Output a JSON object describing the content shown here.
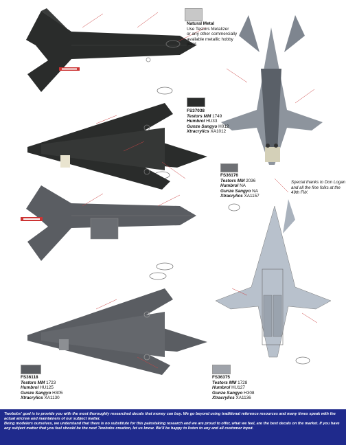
{
  "colors": {
    "fs37038": "#2a2c2b",
    "fs36176": "#6e7074",
    "fs36118": "#5a5d62",
    "fs36375": "#9fa3aa",
    "natural_metal": "#c8c8c8",
    "footer_bg": "#1f2a8c",
    "top_view_fill": "#8d949d",
    "bottom_view_fill": "#b8c1cc"
  },
  "swatches": {
    "natural_metal": {
      "title": "Natural Metal",
      "lines": [
        "Use Testors Metalizer",
        "or any other commercially",
        "available metallic hobby",
        "paint."
      ]
    },
    "fs37038": {
      "code": "FS37038",
      "paints": [
        {
          "brand": "Testors MM",
          "value": "1749"
        },
        {
          "brand": "Humbrol",
          "value": "HU33"
        },
        {
          "brand": "Gunze Sangyo",
          "value": "H012"
        },
        {
          "brand": "Xtracrylics",
          "value": "XA1012"
        }
      ]
    },
    "fs36176": {
      "code": "FS36176",
      "paints": [
        {
          "brand": "Testors MM",
          "value": "2036"
        },
        {
          "brand": "Humbrol",
          "value": "NA"
        },
        {
          "brand": "Gunze Sangyo",
          "value": "NA"
        },
        {
          "brand": "Xtracrylics",
          "value": "XA1157"
        }
      ]
    },
    "fs36118": {
      "code": "FS36118",
      "paints": [
        {
          "brand": "Testors MM",
          "value": "1723"
        },
        {
          "brand": "Humbrol",
          "value": "HU125"
        },
        {
          "brand": "Gunze Sangyo",
          "value": "H305"
        },
        {
          "brand": "Xtracrylics",
          "value": "XA1130"
        }
      ]
    },
    "fs36375": {
      "code": "FS36375",
      "paints": [
        {
          "brand": "Testors MM",
          "value": "1728"
        },
        {
          "brand": "Humbrol",
          "value": "HU127"
        },
        {
          "brand": "Gunze Sangyo",
          "value": "H308"
        },
        {
          "brand": "Xtracrylics",
          "value": "XA1136"
        }
      ]
    }
  },
  "thanks": "Special thanks to Don Logan and all the fine folks at the 49th FW.",
  "footer": {
    "p1": "Twobobs' goal is to provide you with the most thoroughly researched decals that money can buy.  We go beyond using traditional reference resources and many times speak with the actual aircrew and maintainers of our subject matter.",
    "p2": "Being modelers ourselves, we understand that there is no substitute for this painstaking research and we are proud to offer, what we feel, are the best decals on the market.  If you have any subject matter that you feel should be the next Twobobs creation, let us know.  We'll be happy to listen to any and all customer input."
  }
}
